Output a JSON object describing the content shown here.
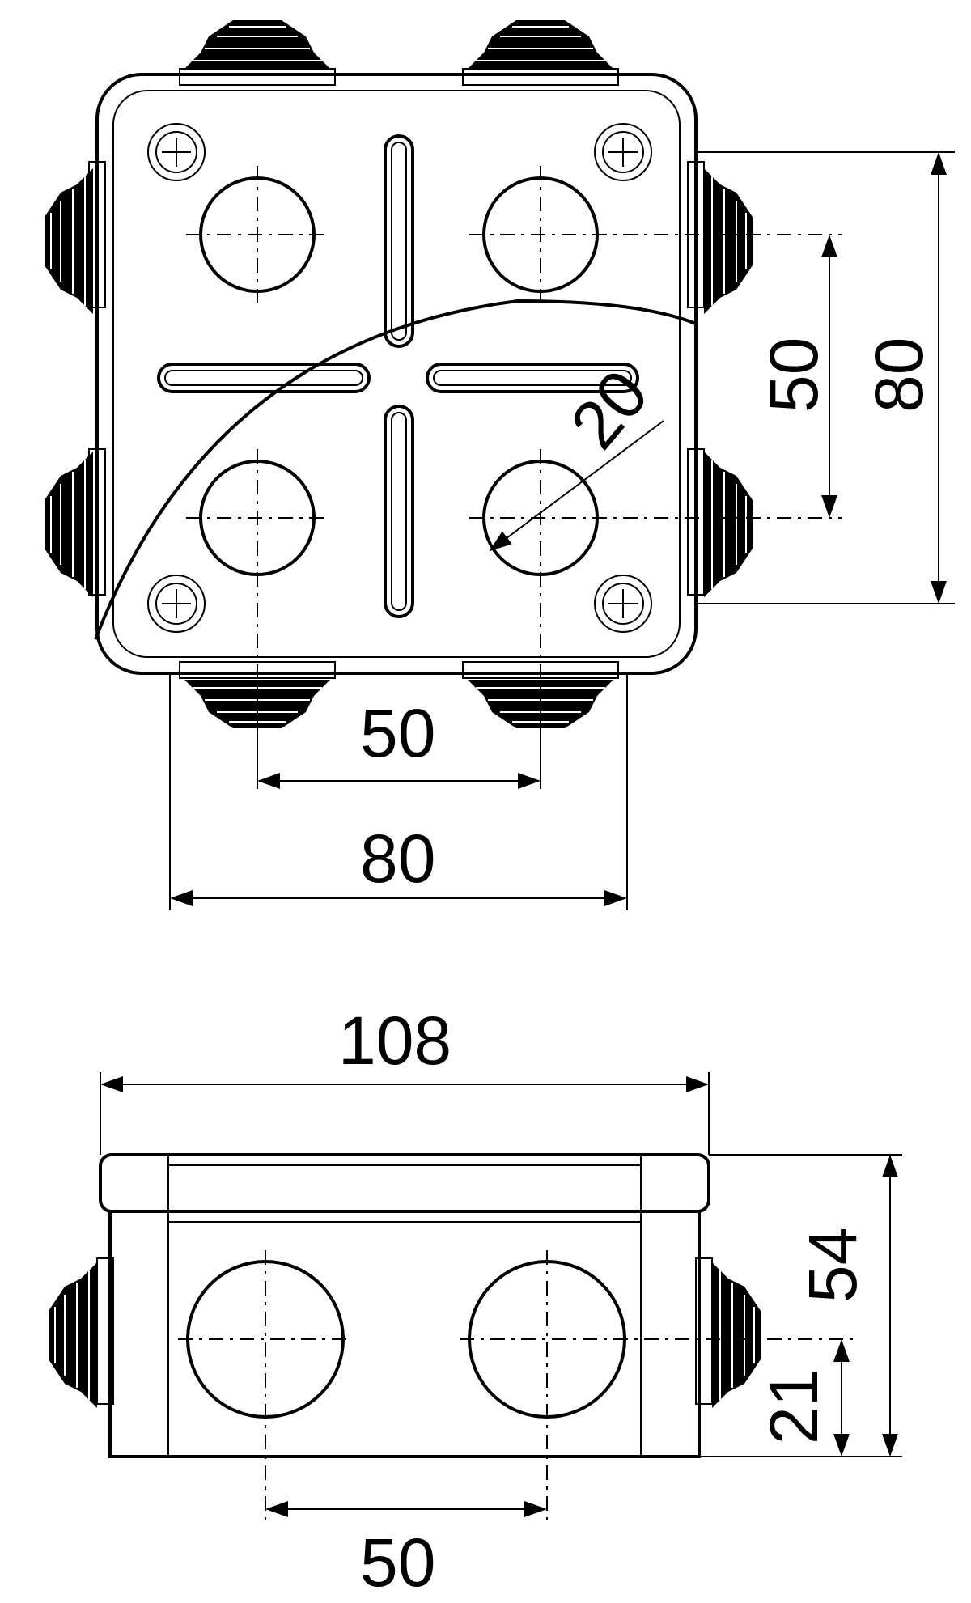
{
  "top_view": {
    "dim_width_outer": "80",
    "dim_width_inner": "50",
    "dim_height_outer": "80",
    "dim_height_inner": "50",
    "dim_diameter": "20"
  },
  "side_view": {
    "dim_length": "108",
    "dim_height": "54",
    "dim_hole_height": "21",
    "dim_hole_spacing": "50"
  }
}
